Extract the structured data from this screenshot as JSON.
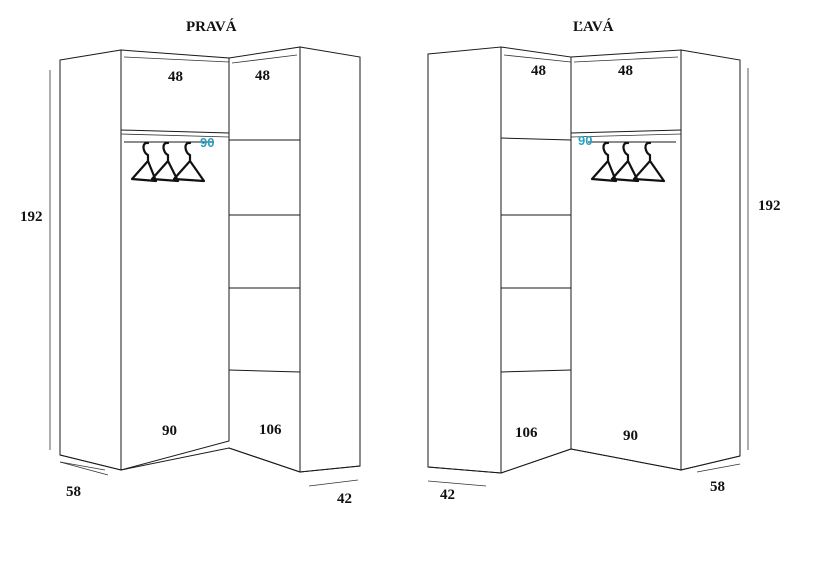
{
  "left_diagram": {
    "title": "PRAVÁ",
    "top_left_compartment": "48",
    "top_right_compartment": "48",
    "rod_width": "90",
    "height": "192",
    "bottom_left_width": "90",
    "bottom_right_width": "106",
    "depth_left": "58",
    "depth_right": "42"
  },
  "right_diagram": {
    "title": "ĽAVÁ",
    "top_left_compartment": "48",
    "top_right_compartment": "48",
    "rod_width": "90",
    "height": "192",
    "bottom_left_width": "106",
    "bottom_right_width": "90",
    "depth_left": "42",
    "depth_right": "58"
  },
  "colors": {
    "line": "#1a1a1a",
    "rod_label": "#2aa1c7",
    "background": "#ffffff"
  }
}
